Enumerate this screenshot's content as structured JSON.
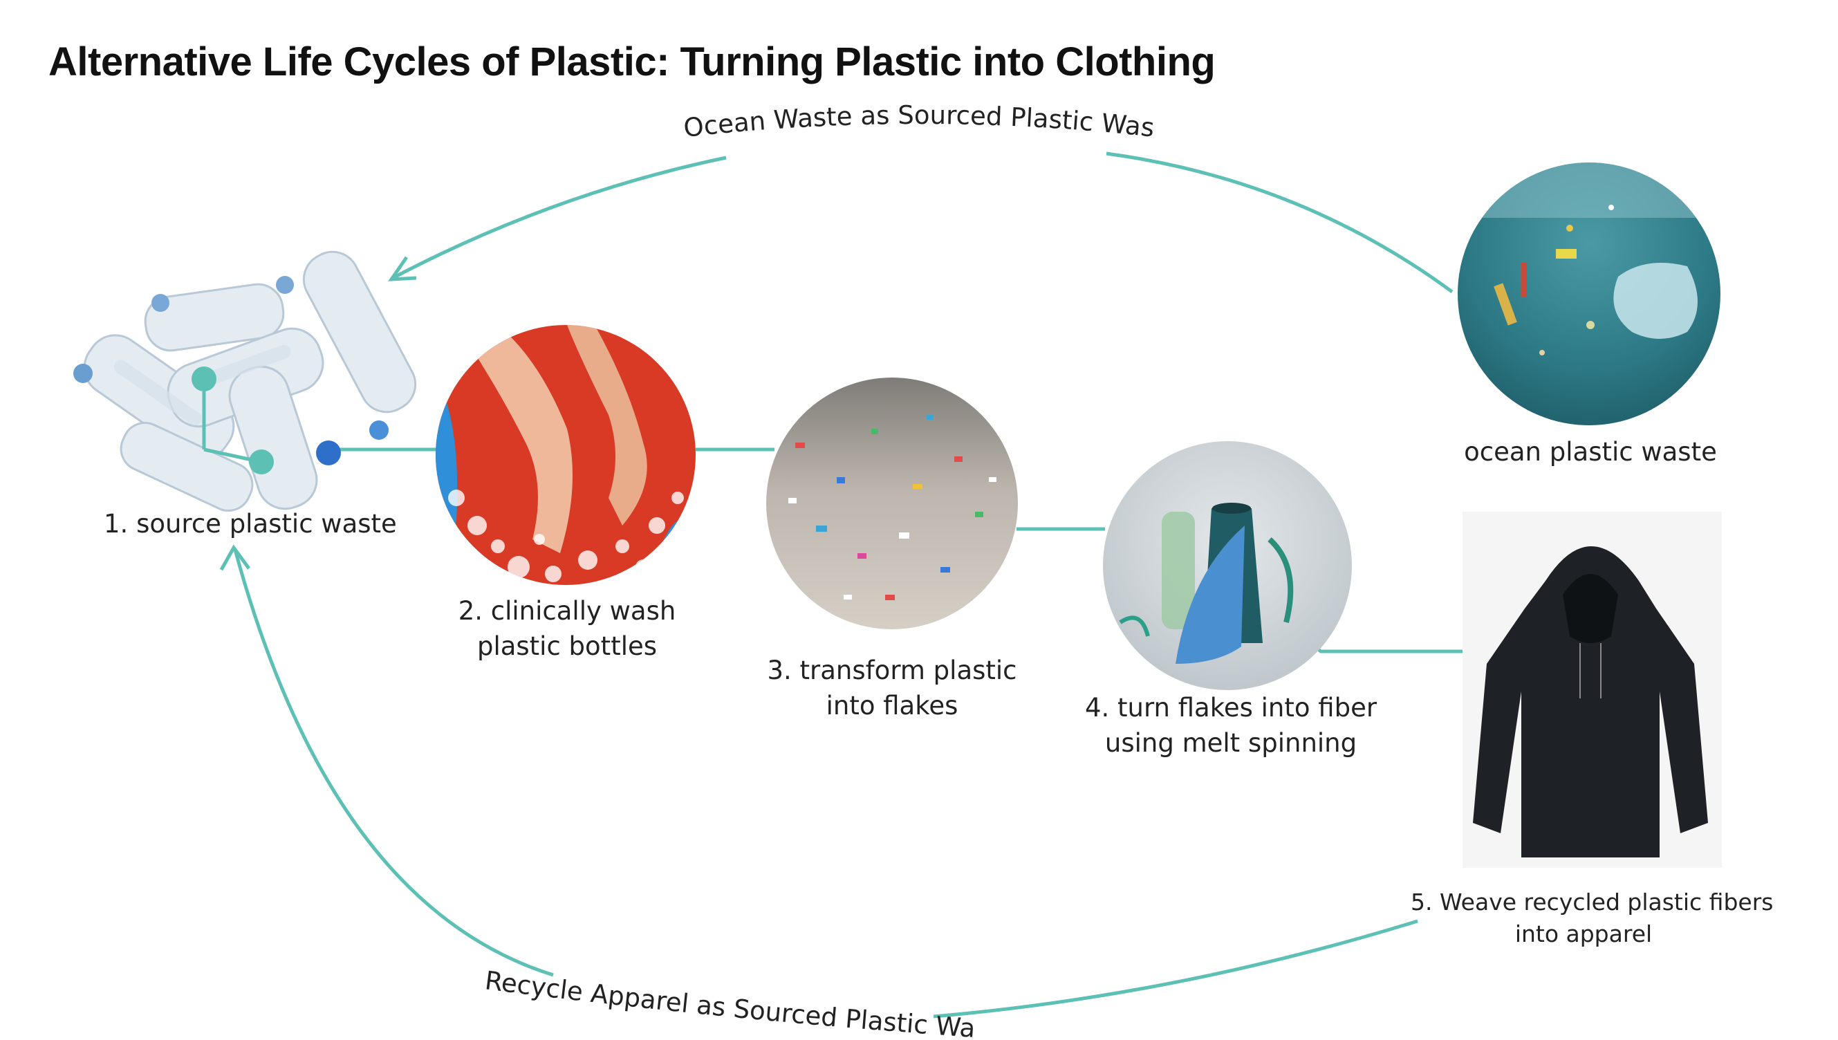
{
  "title": "Alternative Life Cycles of Plastic: Turning Plastic into Clothing",
  "colors": {
    "connector": "#5cc0b5",
    "text": "#222222",
    "title": "#111111",
    "background": "#ffffff"
  },
  "arcs": {
    "top": "Ocean Waste as Sourced Plastic Waste",
    "bottom": "Recycle Apparel as Sourced Plastic Waste"
  },
  "steps": [
    {
      "label": "1. source plastic waste",
      "image": "plastic-bottles"
    },
    {
      "label_line1": "2. clinically wash",
      "label_line2": "plastic bottles",
      "image": "hands-washing"
    },
    {
      "label_line1": "3. transform plastic",
      "label_line2": "into flakes",
      "image": "plastic-flakes"
    },
    {
      "label_line1": "4. turn flakes into fiber",
      "label_line2": "using melt spinning",
      "image": "fiber-spool"
    },
    {
      "label_line1": "5. Weave recycled plastic fibers",
      "label_line2": "into apparel",
      "image": "black-hoodie"
    }
  ],
  "ocean": {
    "label": "ocean plastic waste",
    "image": "ocean-plastic"
  }
}
